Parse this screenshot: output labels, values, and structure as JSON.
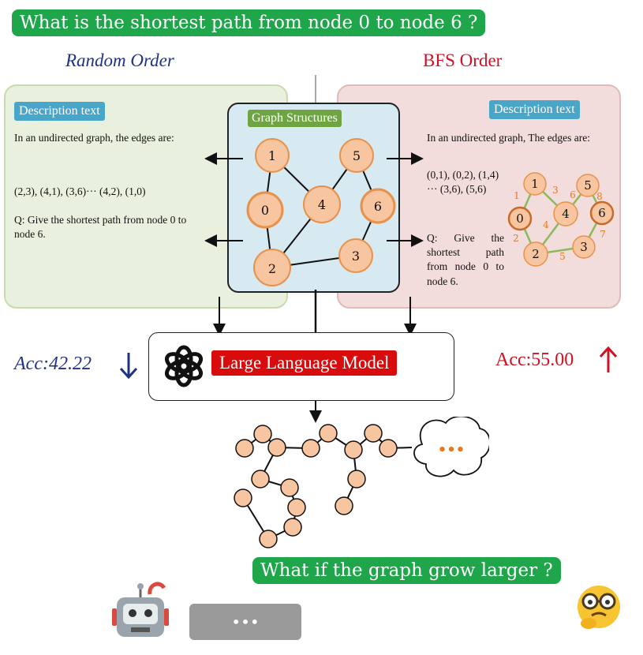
{
  "question_top": "What is  the shortest path from node 0 to node 6 ?",
  "left": {
    "title": "Random Order",
    "tag": "Description text",
    "line1": "In an undirected graph, the edges are:",
    "edges": "(2,3), (4,1), (3,6)··· (4,2), (1,0)",
    "question": "Q: Give the shortest path from node 0 to node 6."
  },
  "right": {
    "title": "BFS Order",
    "tag": "Description text",
    "line1": "In an undirected graph, The edges are:",
    "edges": "(0,1), (0,2), (1,4) ··· (3,6), (5,6)",
    "question": "Q: Give the shortest path from node 0 to node 6."
  },
  "middle": {
    "tag": "Graph Structures",
    "nodes": [
      "1",
      "5",
      "0",
      "4",
      "6",
      "2",
      "3"
    ]
  },
  "bfs_graph": {
    "nodes": [
      "1",
      "5",
      "0",
      "4",
      "6",
      "2",
      "3"
    ],
    "edge_labels": [
      "1",
      "3",
      "6",
      "8",
      "4",
      "2",
      "5",
      "7"
    ]
  },
  "llm": {
    "label": "Large Language Model"
  },
  "acc": {
    "left": "Acc:42.22",
    "right": "Acc:55.00"
  },
  "question_bottom": "What if the graph grow larger ?",
  "ellipsis": "•••",
  "colors": {
    "node_fill": "#f7c59f",
    "node_stroke": "#e8914a",
    "accent_green": "#1fa64a",
    "accent_red": "#d80c0c",
    "blue": "#1f3285"
  }
}
